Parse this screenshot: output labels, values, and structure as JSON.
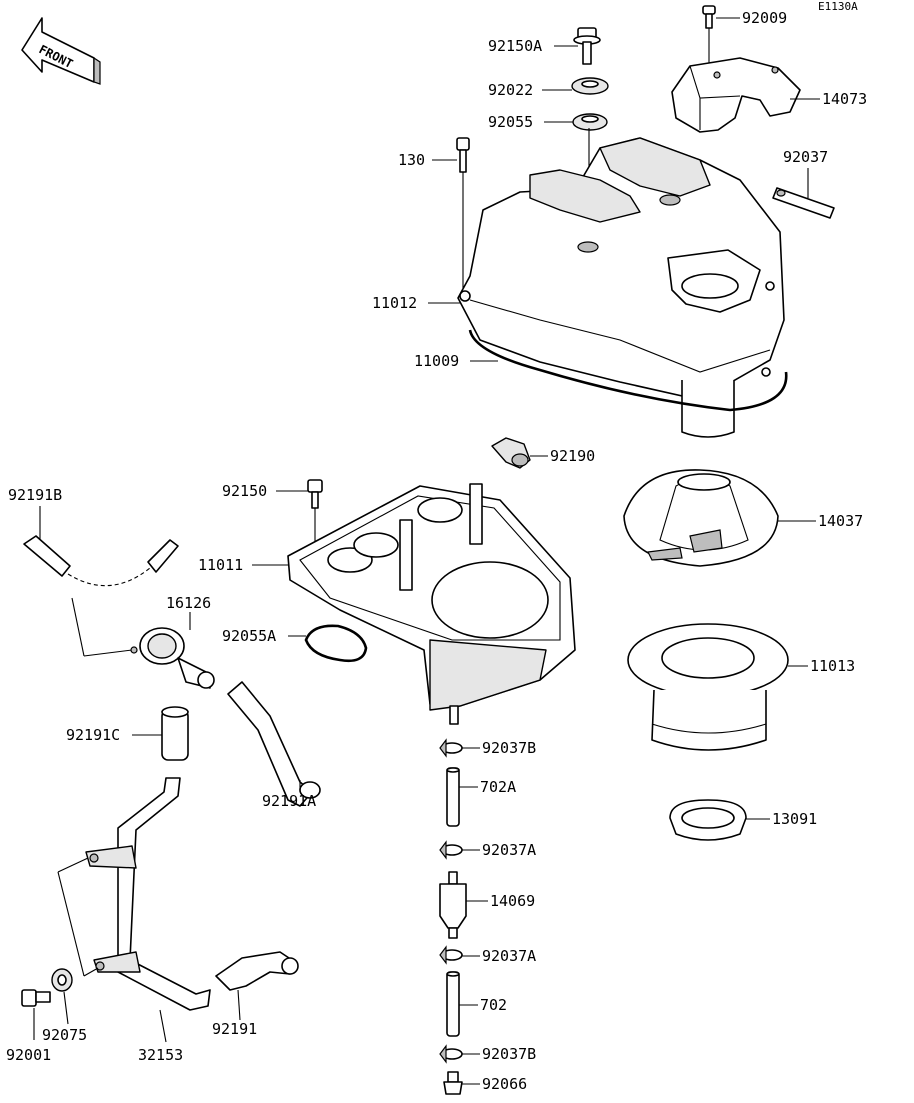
{
  "diagram_code": "E1130A",
  "front_label": "FRONT",
  "parts": [
    {
      "id": "p-92009",
      "label": "92009"
    },
    {
      "id": "p-92150A",
      "label": "92150A"
    },
    {
      "id": "p-14073",
      "label": "14073"
    },
    {
      "id": "p-92022",
      "label": "92022"
    },
    {
      "id": "p-92055",
      "label": "92055"
    },
    {
      "id": "p-130",
      "label": "130"
    },
    {
      "id": "p-92037",
      "label": "92037"
    },
    {
      "id": "p-11012",
      "label": "11012"
    },
    {
      "id": "p-11009",
      "label": "11009"
    },
    {
      "id": "p-92190",
      "label": "92190"
    },
    {
      "id": "p-92191B",
      "label": "92191B"
    },
    {
      "id": "p-92150",
      "label": "92150"
    },
    {
      "id": "p-14037",
      "label": "14037"
    },
    {
      "id": "p-11011",
      "label": "11011"
    },
    {
      "id": "p-16126",
      "label": "16126"
    },
    {
      "id": "p-92055A",
      "label": "92055A"
    },
    {
      "id": "p-11013",
      "label": "11013"
    },
    {
      "id": "p-92191C",
      "label": "92191C"
    },
    {
      "id": "p-92037B-1",
      "label": "92037B"
    },
    {
      "id": "p-702A",
      "label": "702A"
    },
    {
      "id": "p-92191A",
      "label": "92191A"
    },
    {
      "id": "p-13091",
      "label": "13091"
    },
    {
      "id": "p-92037A-1",
      "label": "92037A"
    },
    {
      "id": "p-14069",
      "label": "14069"
    },
    {
      "id": "p-92037A-2",
      "label": "92037A"
    },
    {
      "id": "p-702",
      "label": "702"
    },
    {
      "id": "p-92075",
      "label": "92075"
    },
    {
      "id": "p-92191",
      "label": "92191"
    },
    {
      "id": "p-92001",
      "label": "92001"
    },
    {
      "id": "p-32153",
      "label": "32153"
    },
    {
      "id": "p-92037B-2",
      "label": "92037B"
    },
    {
      "id": "p-92066",
      "label": "92066"
    }
  ]
}
